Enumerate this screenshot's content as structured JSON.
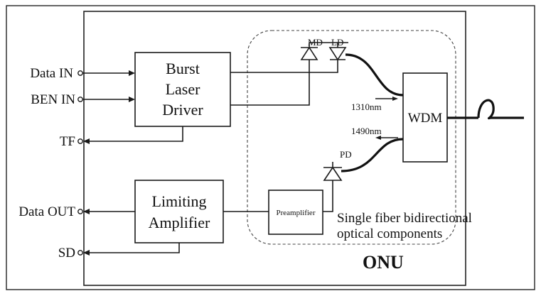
{
  "diagram": {
    "onu_label": "ONU",
    "blocks": {
      "burst_laser_driver": [
        "Burst",
        "Laser",
        "Driver"
      ],
      "limiting_amplifier": [
        "Limiting",
        "Amplifier"
      ],
      "preamplifier": "Preamplifier",
      "wdm": "WDM"
    },
    "ports": {
      "data_in": "Data IN",
      "ben_in": "BEN IN",
      "tf": "TF",
      "data_out": "Data OUT",
      "sd": "SD"
    },
    "components": {
      "md": "MD",
      "ld": "LD",
      "pd": "PD"
    },
    "wavelengths": {
      "upstream": "1310nm",
      "downstream": "1490nm"
    },
    "optics_caption": [
      "Single fiber bidirectional",
      "optical components"
    ]
  }
}
